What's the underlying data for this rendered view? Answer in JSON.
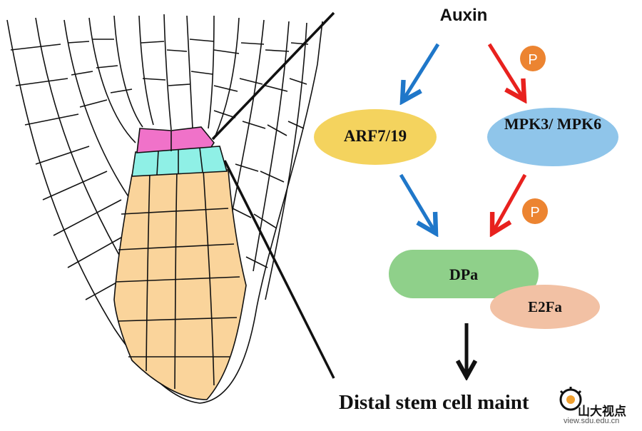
{
  "diagram": {
    "trigger": "Auxin",
    "left_node": "ARF7/19",
    "right_node": "MPK3/ MPK6",
    "center_node": "DPa",
    "partner_node": "E2Fa",
    "phospho_label": "P",
    "outcome": "Distal stem cell maint",
    "colors": {
      "blue_arrow": "#1f77c9",
      "red_arrow": "#e8211e",
      "arf_fill": "#f4d35e",
      "mpk_fill": "#8fc5ea",
      "dpa_fill": "#8fd08a",
      "e2fa_fill": "#f2c1a4",
      "phospho_fill": "#ec8431",
      "stem_cell": "#f072c9",
      "columella_initials": "#8ff0e6",
      "columella": "#fad49b"
    }
  },
  "watermark": {
    "text": "山大视点",
    "url": "view.sdu.edu.cn"
  }
}
